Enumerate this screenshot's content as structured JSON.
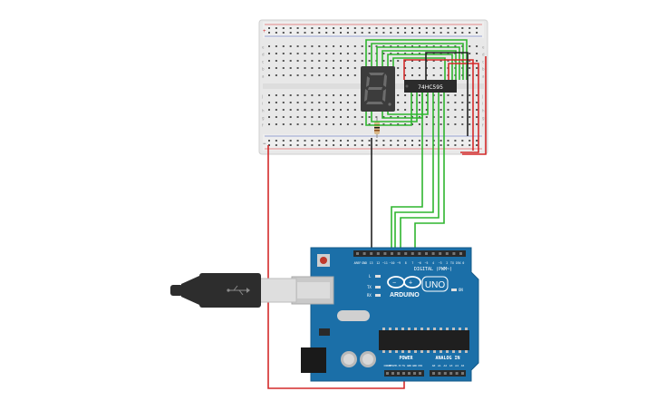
{
  "colors": {
    "board": "#1b6fa8",
    "wire_green": "#2fb52f",
    "wire_red": "#d42a2a",
    "wire_black": "#222222",
    "breadboard": "#e9e9e9",
    "display_body": "#3c3c3c",
    "segment_on": "#6a6a6a"
  },
  "breadboard": {
    "row_letters": [
      "a",
      "b",
      "c",
      "d",
      "e",
      "f",
      "g",
      "h",
      "i",
      "j"
    ],
    "rail_plus": "+",
    "rail_minus": "−"
  },
  "components": {
    "shift_register_label": "74HC595",
    "seven_segment_icon": "seven-segment-display",
    "resistor_icon": "resistor"
  },
  "arduino": {
    "brand": "ARDUINO",
    "model": "UNO",
    "digital_label": "DIGITAL (PWM~)",
    "power_label": "POWER",
    "analog_label": "ANALOG IN",
    "on_label": "ON",
    "tx_label": "TX",
    "rx_label": "RX",
    "l_label": "L",
    "top_pins": [
      "AREF",
      "GND",
      "13",
      "12",
      "~11",
      "~10",
      "~9",
      "8",
      "7",
      "~6",
      "~5",
      "4",
      "~3",
      "2",
      "TX 1",
      "RX 0"
    ],
    "power_pins": [
      "IOREF",
      "RESET",
      "3.3V",
      "5V",
      "GND",
      "GND",
      "VIN"
    ],
    "analog_pins": [
      "A0",
      "A1",
      "A2",
      "A3",
      "A4",
      "A5"
    ]
  },
  "usb": {
    "icon": "usb-cable-icon"
  }
}
